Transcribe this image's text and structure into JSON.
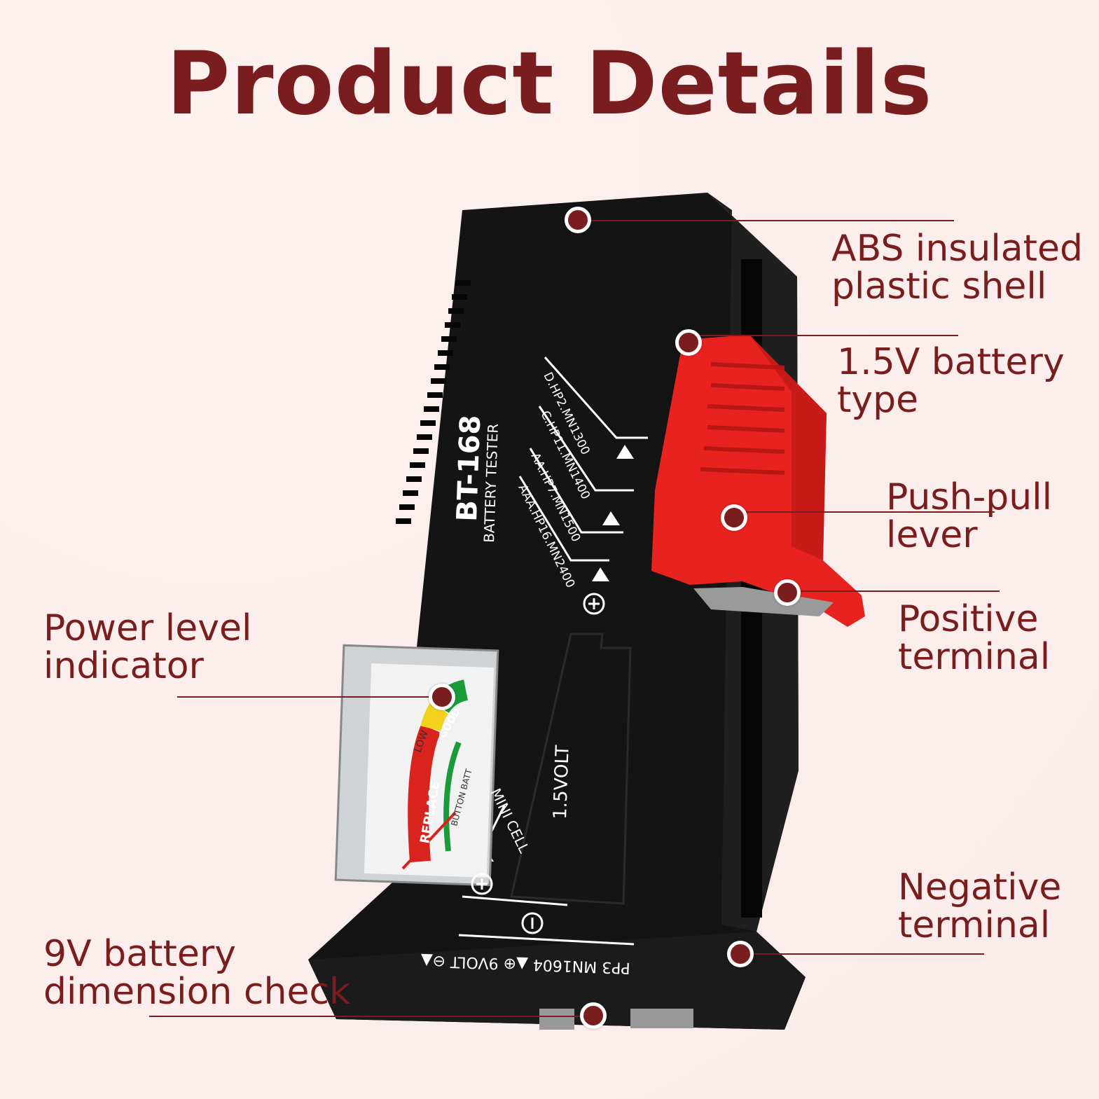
{
  "title": "Product Details",
  "callouts": [
    {
      "id": "shell",
      "text": "ABS insulated\nplastic shell"
    },
    {
      "id": "battery-type",
      "text": "1.5V battery\ntype"
    },
    {
      "id": "lever",
      "text": "Push-pull\nlever"
    },
    {
      "id": "positive",
      "text": "Positive\nterminal"
    },
    {
      "id": "power",
      "text": "Power level\nindicator"
    },
    {
      "id": "negative",
      "text": "Negative\nterminal"
    },
    {
      "id": "nine-volt",
      "text": "9V battery\ndimension check"
    }
  ],
  "device": {
    "model": "BT-168",
    "name": "BATTERY TESTER",
    "sizes": [
      "D.HP2.MN1300",
      "C.HP11.MN1400",
      "AA.HP7.MN1500",
      "AAA.HP16.MN2400"
    ],
    "slot_label": "1.5VOLT",
    "meter_labels": {
      "replace": "REPLACE",
      "low": "LOW",
      "good": "GOOD",
      "button": "BUTTON BATT"
    },
    "mini_cell": "MINI CELL",
    "nine_volt_text": "PP3 MN1604 ▲⊕ 9VOLT ⊖▲",
    "colors": {
      "accent": "#7a1d1f",
      "body": "#121212",
      "lever": "#e8231f"
    }
  }
}
